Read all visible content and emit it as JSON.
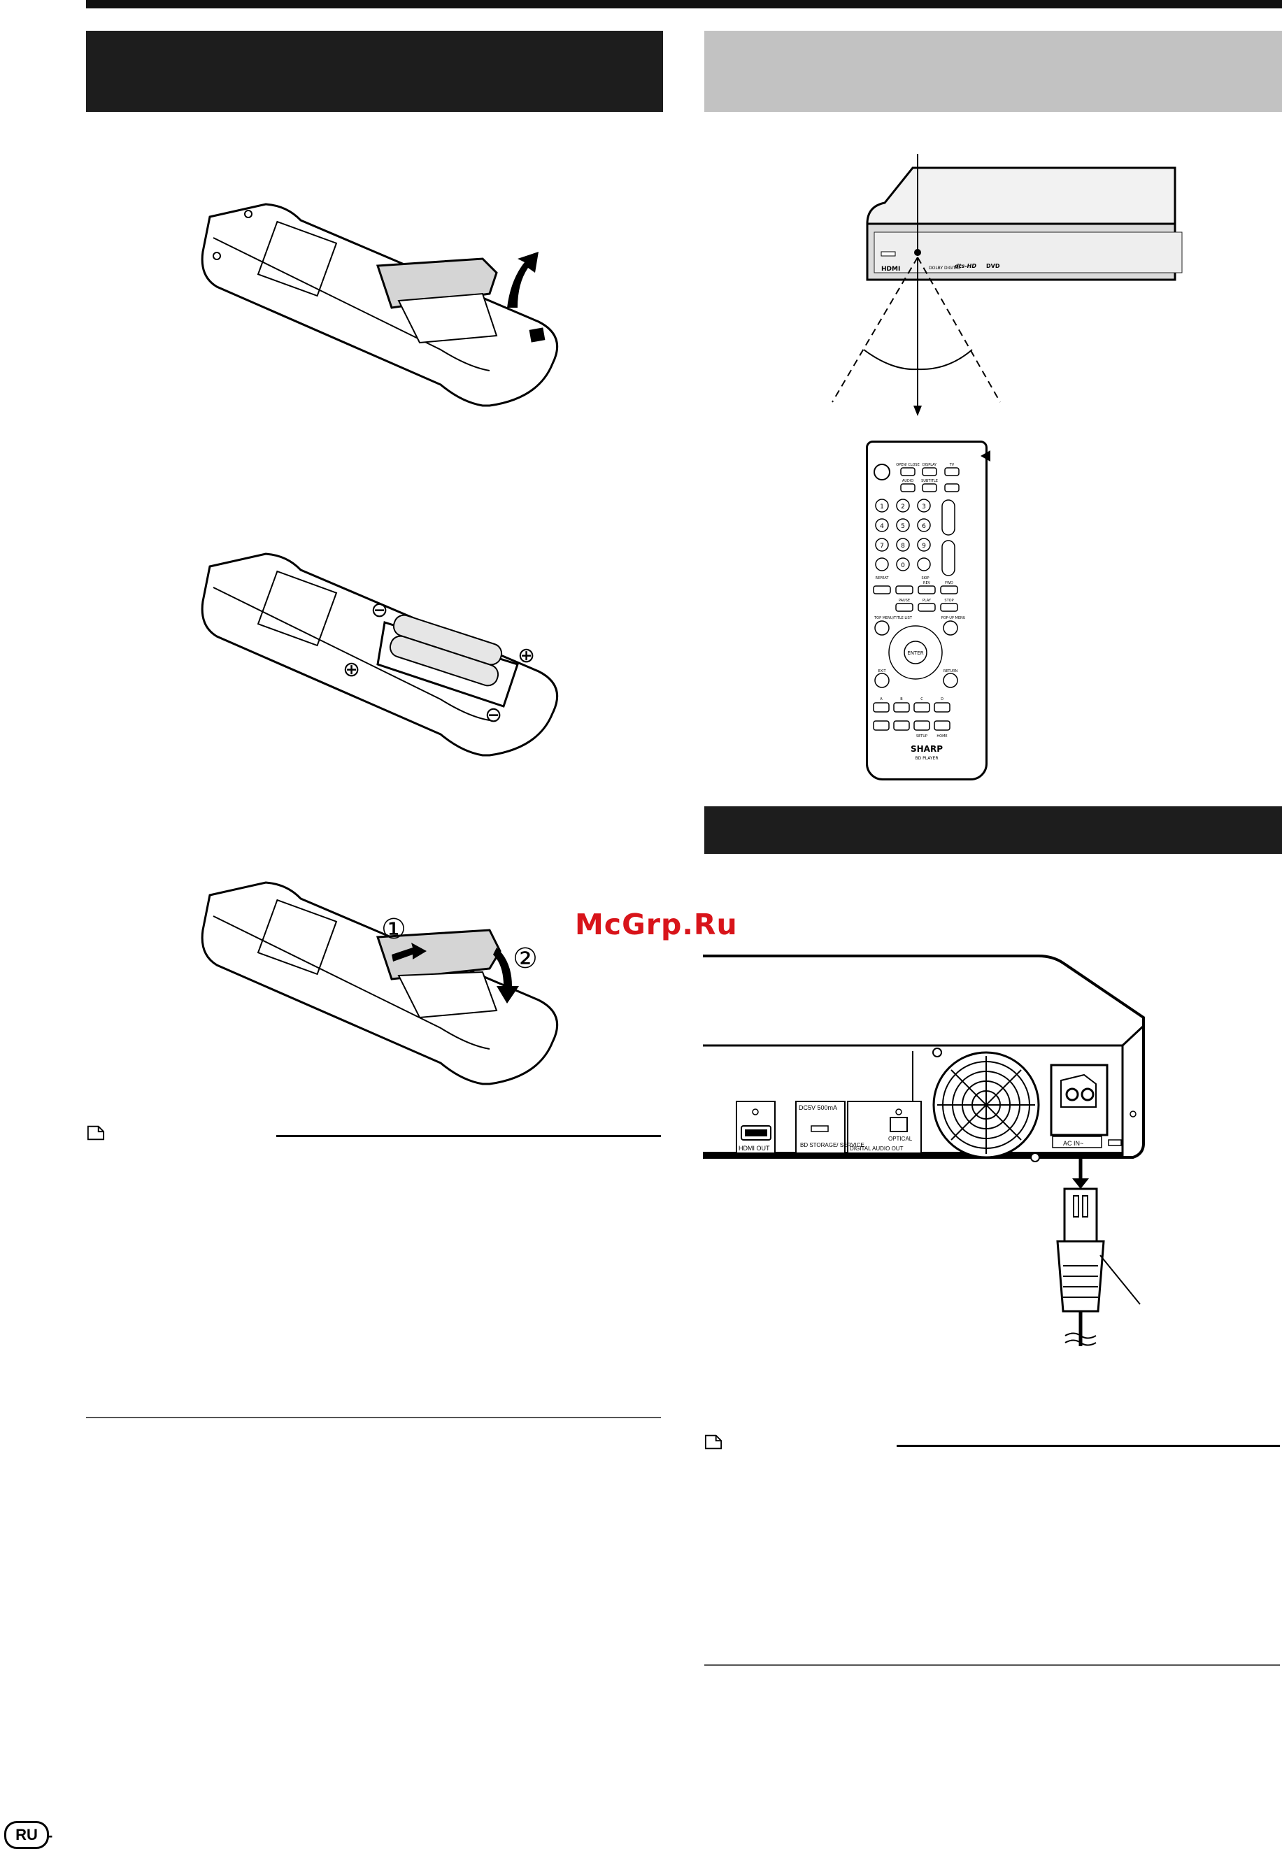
{
  "watermark": "McGrp.Ru",
  "page": {
    "language_badge": "RU",
    "dash": "-"
  },
  "remote_back": {
    "step2_markers": {
      "minus": "⊖",
      "plus": "⊕"
    },
    "step3_markers": {
      "one": "①",
      "two": "②"
    }
  },
  "player_front": {
    "logos": [
      "HDMI",
      "DOLBY DIGITAL",
      "dts-HD",
      "DVD"
    ]
  },
  "remote_front": {
    "brand": "SHARP",
    "model": "BD PLAYER",
    "buttons": {
      "open_close": "OPEN/ CLOSE",
      "display": "DISPLAY",
      "audio": "AUDIO",
      "subtitle": "SUBTITLE",
      "tv": "TV",
      "repeat": "REPEAT",
      "pop_up_menu": "POP-UP MENU",
      "top_menu": "TOP MENU/TITLE LIST",
      "enter": "ENTER",
      "exit": "EXIT",
      "return": "RETURN",
      "pause": "PAUSE",
      "play": "PLAY",
      "stop": "STOP",
      "skip": "SKIP",
      "rev": "REV",
      "fwd": "FWD",
      "setup": "SETUP",
      "home": "HOME",
      "a": "A",
      "b": "B",
      "c": "C",
      "d": "D",
      "numbers": [
        "1",
        "2",
        "3",
        "4",
        "5",
        "6",
        "7",
        "8",
        "9",
        "0"
      ]
    }
  },
  "rear_panel": {
    "hdmi_out": "HDMI OUT",
    "dc": "DC5V 500mA",
    "bd_storage": "BD STORAGE/ SERVICE",
    "optical": "OPTICAL",
    "digital_audio_out": "DIGITAL AUDIO OUT",
    "ac_in": "AC IN~"
  }
}
